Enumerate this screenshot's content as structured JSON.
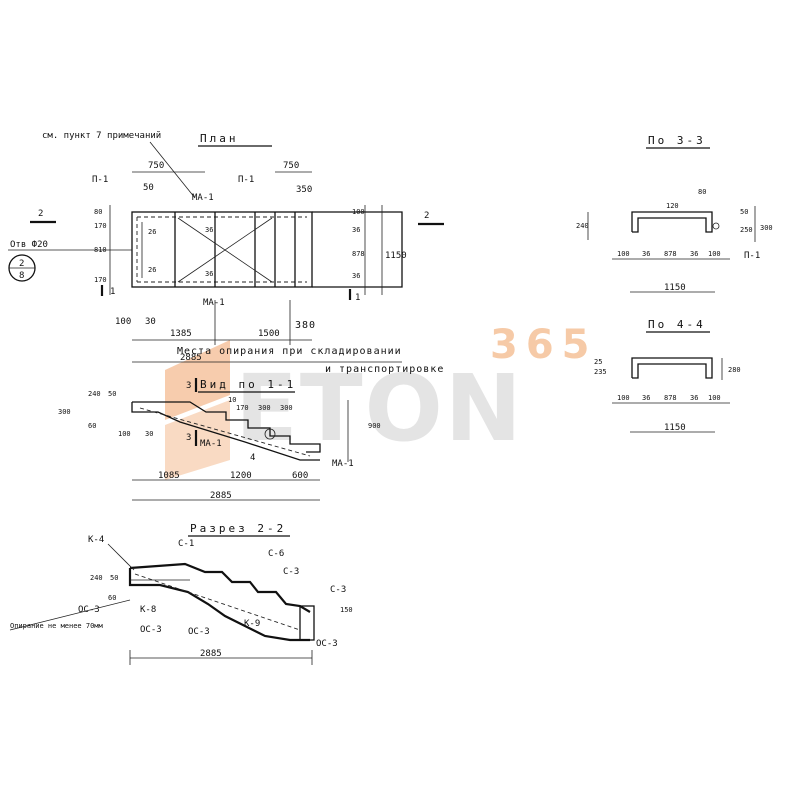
{
  "watermark": {
    "number": "365",
    "word": "ETON"
  },
  "plan": {
    "title": "План",
    "note": "см. пункт 7 примечаний",
    "hole": "Отв Ф20",
    "ref_top": "2",
    "ref_bottom": "8",
    "section_22_left": "2",
    "section_22_right": "2",
    "section_11_left": "1",
    "section_11_right": "1",
    "p1_left": "П-1",
    "p1_right": "П-1",
    "ma1_top": "МА-1",
    "ma1_bottom": "МА-1",
    "dims": {
      "d750a": "750",
      "d750b": "750",
      "d50": "50",
      "d350": "350",
      "d80": "80",
      "d170a": "170",
      "d810": "810",
      "d170b": "170",
      "d100r": "100",
      "d36a": "36",
      "d878": "878",
      "d36b": "36",
      "d1150": "1150",
      "d26a": "26",
      "d26b": "26",
      "d36c": "36",
      "d36d": "36",
      "d100": "100",
      "d30": "30",
      "d1385": "1385",
      "d1500": "1500",
      "d380": "380",
      "d2885": "2885"
    },
    "supports_line1": "Места опирания при складировании",
    "supports_line2": "и транспортировке"
  },
  "view11": {
    "title": "Вид по 1-1",
    "mark_top": "3",
    "mark_bottom": "3",
    "ma1_a": "МА-1",
    "ma1_b": "МА-1",
    "dims": {
      "d240": "240",
      "d50": "50",
      "d300": "300",
      "d60": "60",
      "d100": "100",
      "d30": "30",
      "d10": "10",
      "d170": "170",
      "d300a": "300",
      "d300b": "300",
      "d900": "900",
      "d1085": "1085",
      "d1200": "1200",
      "d600": "600",
      "d2885": "2885"
    },
    "mark4": "4"
  },
  "section22": {
    "title": "Разрез 2-2",
    "k4": "К-4",
    "c1": "С-1",
    "c6": "С-6",
    "c3a": "С-3",
    "c3b": "С-3",
    "k8": "К-8",
    "k9": "К-9",
    "oc3a": "ОС-3",
    "oc3b": "ОС-3",
    "oc3c": "ОС-3",
    "oc3d": "ОС-3",
    "d240": "240",
    "d50": "50",
    "d60": "60",
    "d150": "150",
    "support": "Опирание не менее 70мм",
    "d2885": "2885"
  },
  "sec33": {
    "title": "По 3-3",
    "d80": "80",
    "d120": "120",
    "d50": "50",
    "d240": "240",
    "d250": "250",
    "d300": "300",
    "d100a": "100",
    "d36a": "36",
    "d878": "878",
    "d36b": "36",
    "d100b": "100",
    "d1150": "1150",
    "p1": "П-1"
  },
  "sec44": {
    "title": "По 4-4",
    "d235": "235",
    "d25": "25",
    "d280": "280",
    "d100a": "100",
    "d36a": "36",
    "d878": "878",
    "d36b": "36",
    "d100b": "100",
    "d1150": "1150"
  }
}
